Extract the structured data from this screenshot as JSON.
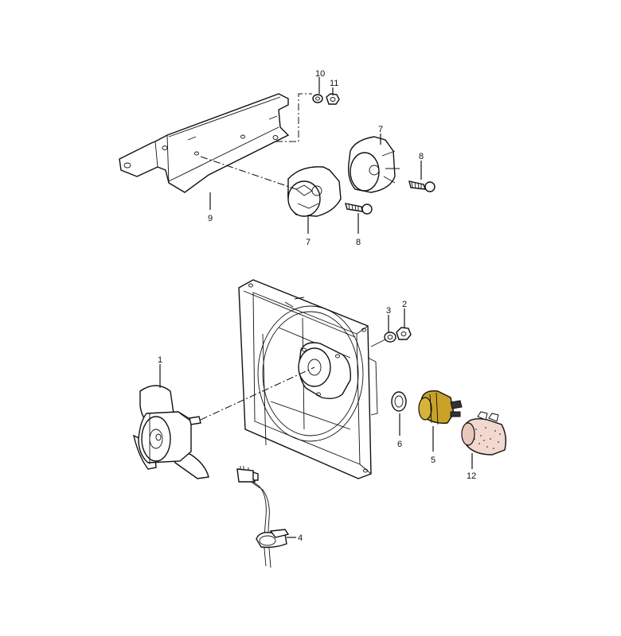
{
  "callouts": {
    "c1": "1",
    "c2": "2",
    "c3": "3",
    "c4": "4",
    "c5": "5",
    "c6": "6",
    "c7a": "7",
    "c7b": "7",
    "c8a": "8",
    "c8b": "8",
    "c9": "9",
    "c10": "10",
    "c11": "11",
    "c12": "12"
  },
  "colors": {
    "ink": "#111111",
    "sensor_brass": "#c9a227",
    "connector_speckle": "#f2d9d0"
  }
}
